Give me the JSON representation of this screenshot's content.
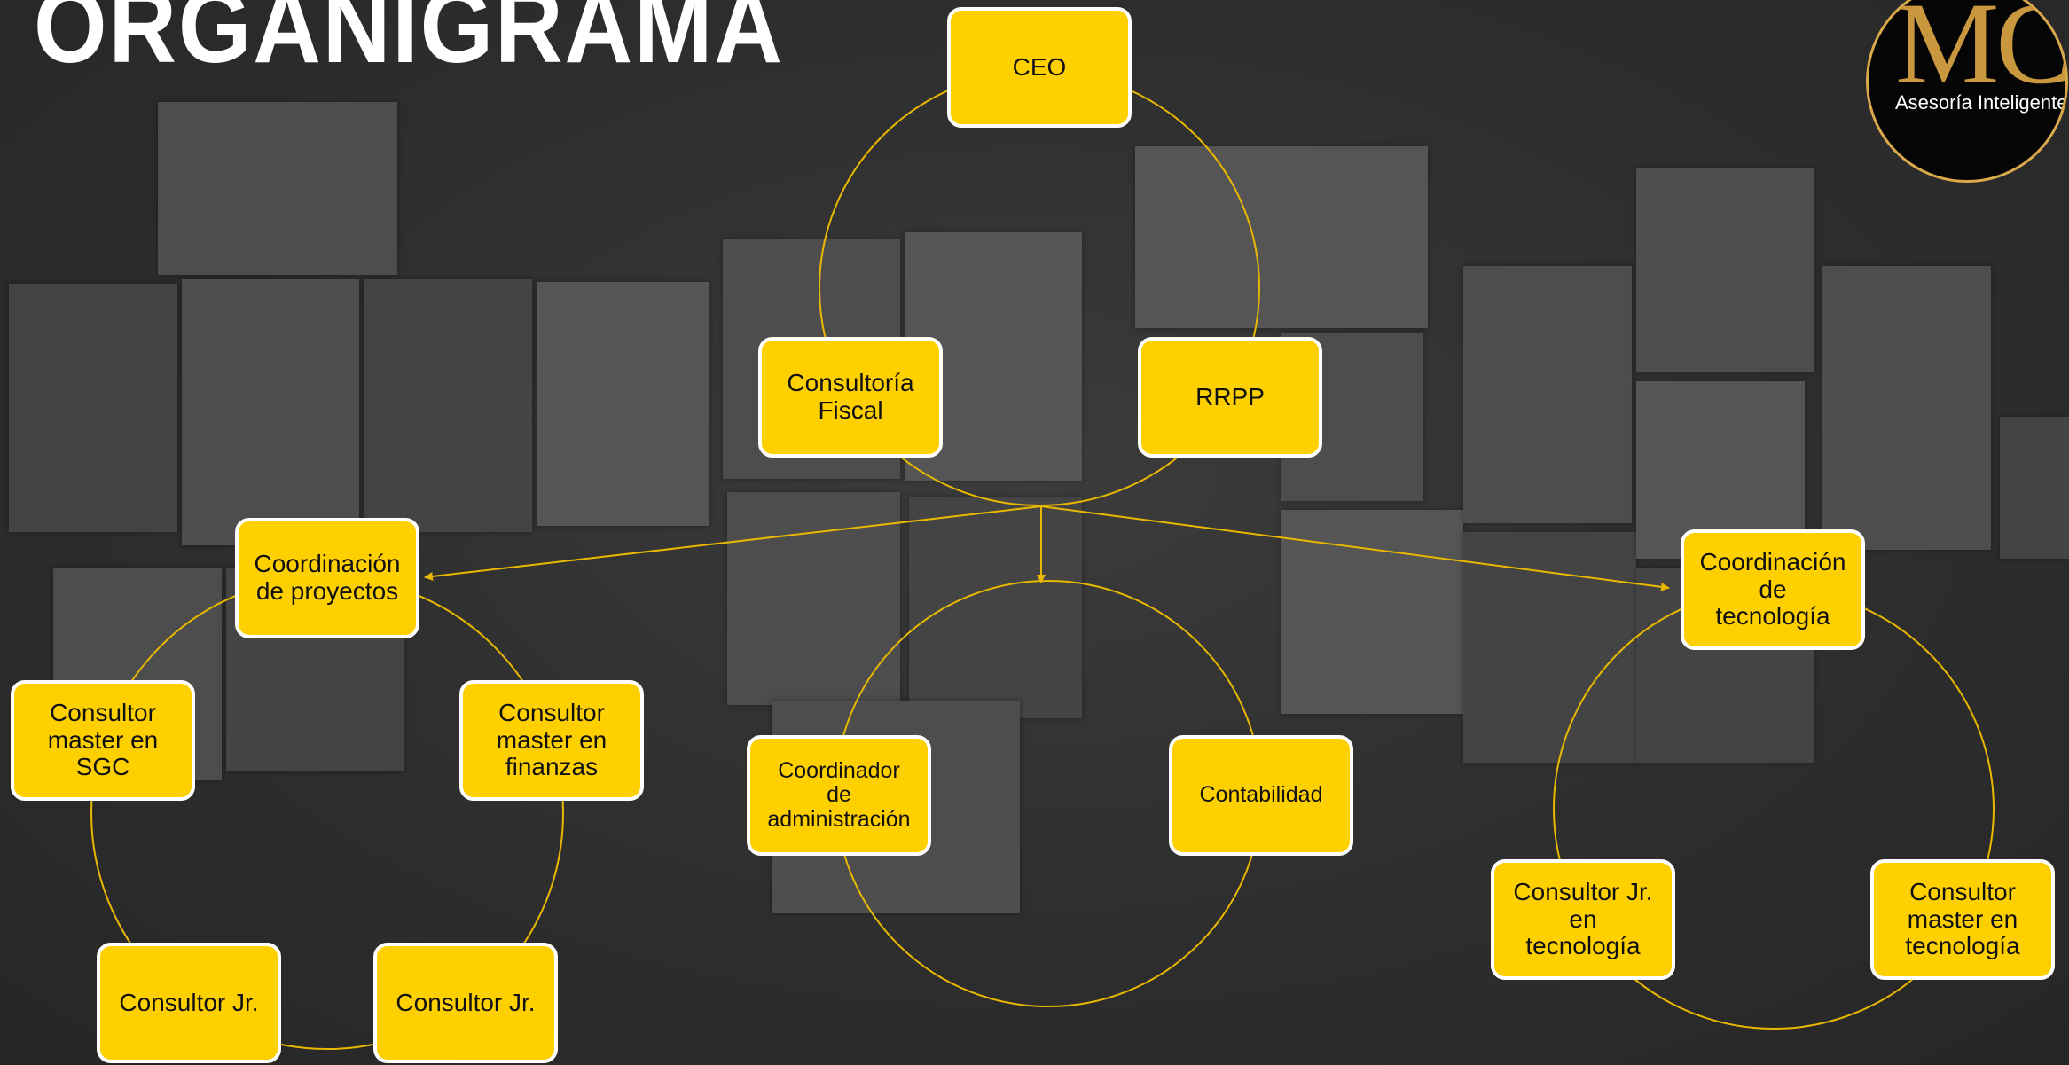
{
  "title": "ORGANIGRAMA",
  "logo": {
    "mark": "MC",
    "tagline": "Asesoría Inteligente"
  },
  "colors": {
    "node_fill": "#ffd000",
    "node_border": "#ffffff",
    "connector": "#e8b800",
    "background": "#2a2a2a",
    "logo_gold": "#c9973d"
  },
  "nodes": {
    "ceo": "CEO",
    "consultoria_fiscal": "Consultoría\nFiscal",
    "rrpp": "RRPP",
    "coord_proyectos": "Coordinación\nde proyectos",
    "consultor_master_sgc": "Consultor\nmaster en\nSGC",
    "consultor_master_finanzas": "Consultor\nmaster en\nfinanzas",
    "consultor_jr_1": "Consultor Jr.",
    "consultor_jr_2": "Consultor Jr.",
    "coord_administracion": "Coordinador\nde\nadministración",
    "contabilidad": "Contabilidad",
    "coord_tecnologia": "Coordinación\nde\ntecnología",
    "consultor_jr_tecnologia": "Consultor Jr.\nen\ntecnología",
    "consultor_master_tecnologia": "Consultor\nmaster en\ntecnología"
  }
}
